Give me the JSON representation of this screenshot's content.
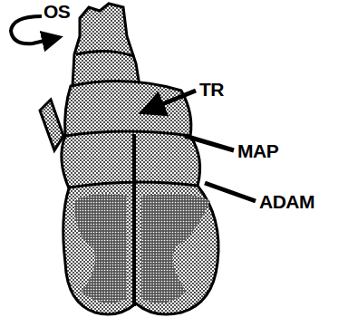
{
  "diagram": {
    "labels": [
      "OS",
      "TR",
      "MAP",
      "ADAM"
    ]
  }
}
